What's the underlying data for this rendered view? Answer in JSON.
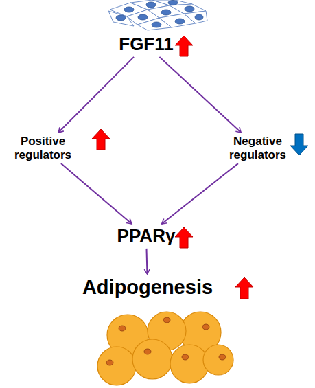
{
  "diagram": {
    "nodes": [
      {
        "text": [
          "FGF11"
        ]
      },
      {
        "text": [
          "Positive regulators"
        ]
      },
      {
        "text": [
          "Negative regulators"
        ]
      },
      {
        "text": [
          "PPARγ"
        ]
      },
      {
        "text": [
          "Adipogenesis"
        ]
      }
    ],
    "edges": [
      {
        "from": 0,
        "to": 1,
        "arrow": "to"
      },
      {
        "from": 0,
        "to": 2,
        "arrow": "to"
      },
      {
        "from": 1,
        "to": 3,
        "arrow": "to"
      },
      {
        "from": 2,
        "to": 3,
        "arrow": "to"
      },
      {
        "from": 3,
        "to": 4,
        "arrow": "to"
      }
    ]
  }
}
